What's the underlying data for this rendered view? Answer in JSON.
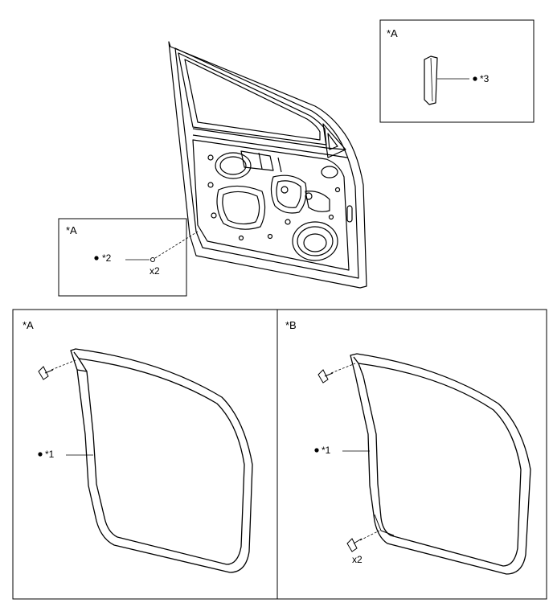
{
  "inset_top_right": {
    "tag": "*A",
    "callout": "*3"
  },
  "inset_left": {
    "tag": "*A",
    "callout": "*2",
    "qty": "x2"
  },
  "panel_a": {
    "tag": "*A",
    "callout": "*1"
  },
  "panel_b": {
    "tag": "*B",
    "callout": "*1",
    "qty": "x2"
  }
}
